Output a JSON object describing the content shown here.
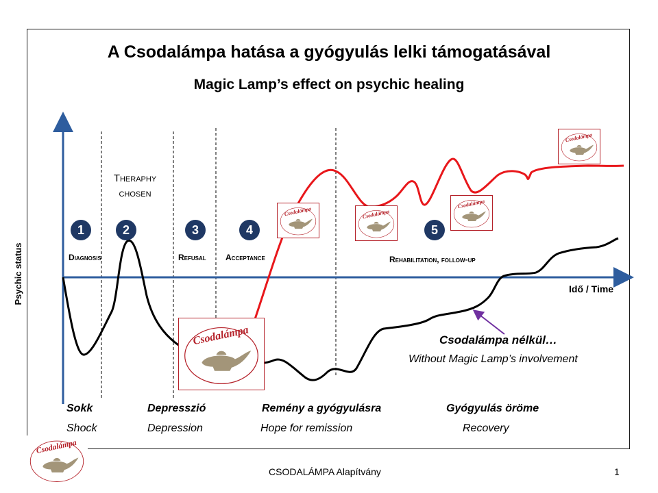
{
  "title": "A Csodalámpa hatása a gyógyulás lelki támogatásával",
  "subtitle": "Magic Lamp’s effect on psychic healing",
  "axes": {
    "y_label": "Psychic status",
    "x_label": "Idő / Time"
  },
  "phases": [
    {
      "number": "1",
      "label": "Diagnosis"
    },
    {
      "number": "2",
      "label": "Theraphy chosen"
    },
    {
      "number": "3",
      "label": "Refusal"
    },
    {
      "number": "4",
      "label": "Acceptance"
    },
    {
      "number": "5",
      "label": "Rehabilitation, follow-up"
    }
  ],
  "emotions": [
    {
      "hu": "Sokk",
      "en": "Shock"
    },
    {
      "hu": "Depresszió",
      "en": "Depression"
    },
    {
      "hu": "Remény a gyógyulásra",
      "en": "Hope for remission"
    },
    {
      "hu": "Gyógyulás öröme",
      "en": "Recovery"
    }
  ],
  "annotation": {
    "hu": "Csodalámpa nélkül…",
    "en": "Without Magic Lamp’s involvement"
  },
  "logo_text": "Csodalámpa",
  "footer": {
    "org": "CSODALÁMPA Alapítvány",
    "page": "1"
  },
  "colors": {
    "with_lamp_curve": "#e8171b",
    "without_lamp_curve": "#000000",
    "axis": "#2e5d9e",
    "phase_badge": "#1f3864",
    "annotation_arrow": "#7030a0",
    "logo_red": "#b5222a"
  }
}
